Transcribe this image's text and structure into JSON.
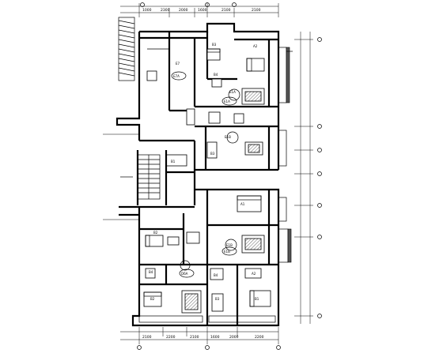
{
  "top_dimensions": [
    "1000",
    "2300",
    "2000",
    "1600",
    "2100",
    "2100"
  ],
  "bottom_dimensions": [
    "2100",
    "2200",
    "2100",
    "1600",
    "2000",
    "2200"
  ],
  "room_labels": [
    "E7",
    "B3",
    "A2",
    "B4",
    "E1A",
    "E1B",
    "E1B",
    "B1",
    "B3",
    "B2",
    "A1",
    "A2",
    "B2",
    "B4",
    "B1",
    "B4",
    "B3"
  ],
  "unit_tags": [
    "E7A",
    "E1A",
    "E1B",
    "D6A"
  ]
}
